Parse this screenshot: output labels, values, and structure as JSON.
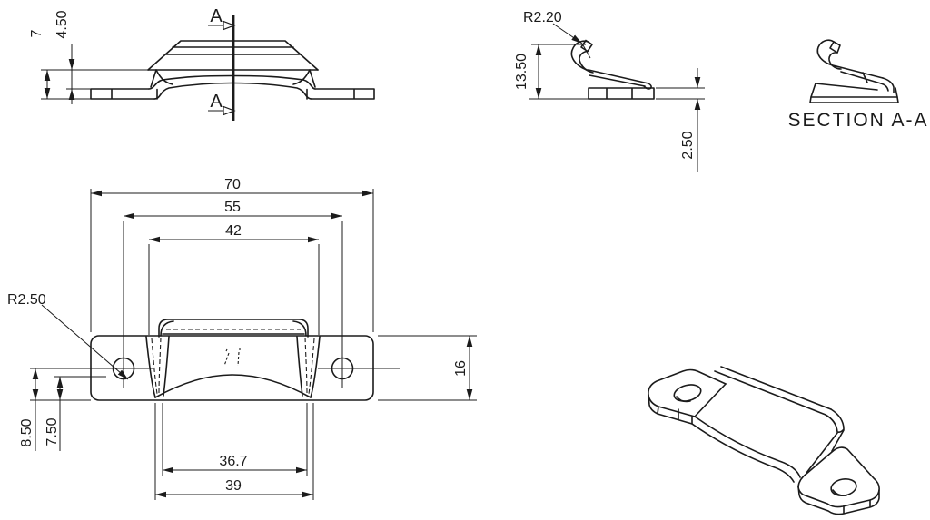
{
  "labels": {
    "section_title": "SECTION A-A",
    "cut_letter_top": "A",
    "cut_letter_bottom": "A",
    "front": {
      "overall_height": "7",
      "flange_height": "4.50"
    },
    "section": {
      "bend_radius": "R2.20",
      "height": "13.50",
      "base_thickness": "2.50"
    },
    "plan": {
      "overall_width": "70",
      "hole_spacing": "55",
      "saddle_top_width": "42",
      "saddle_inner_width": "36.7",
      "saddle_outer_width": "39",
      "strap_width": "16",
      "hole_offset_a": "8.50",
      "hole_offset_b": "7.50",
      "hole_radius": "R2.50"
    }
  },
  "colors": {
    "line": "#1b1b1b",
    "background": "#ffffff"
  }
}
